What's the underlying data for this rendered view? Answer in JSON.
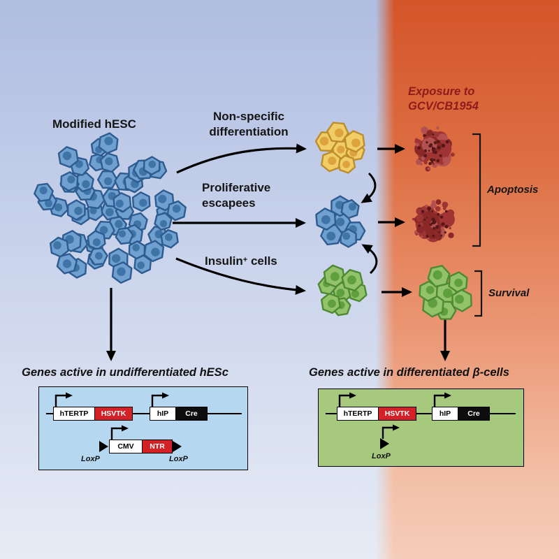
{
  "labels": {
    "modified_hesc": "Modified hESC",
    "nonspecific": {
      "line1": "Non-specific",
      "line2": "differentiation"
    },
    "proliferative": {
      "line1": "Proliferative",
      "line2": "escapees"
    },
    "insulin": {
      "pre": "Insulin",
      "sup": "+",
      "post": " cells"
    },
    "exposure": {
      "line1": "Exposure to",
      "line2": "GCV/CB1954"
    },
    "apoptosis": "Apoptosis",
    "survival": "Survival"
  },
  "gene_boxes": {
    "left_title": "Genes active in undifferentiated hESc",
    "right_title": "Genes active in differentiated β-cells",
    "htertp": "hTERTP",
    "hsvtk": "HSVTK",
    "hip": "hIP",
    "cre": "Cre",
    "cmv": "CMV",
    "ntr": "NTR",
    "loxp": "LoxP"
  },
  "colors": {
    "bg_blue_top": "#afbde1",
    "bg_blue_bottom": "#e6ebf5",
    "bg_orange_top": "#d4552a",
    "bg_orange_bottom": "#f5cdb9",
    "hesc_cell": "#6fa0cf",
    "hesc_outline": "#2e5c90",
    "hesc_nucleus": "#3f74a8",
    "yellow_cell": "#f1cd68",
    "yellow_outline": "#bd8c2b",
    "yellow_nucleus": "#dca33f",
    "green_cell": "#92c36a",
    "green_outline": "#4d8a33",
    "green_nucleus": "#5f9f3d",
    "apoptotic_base": "#9e3434",
    "apoptotic_mid": "#8a2828",
    "apoptotic_light": "#b35151",
    "apoptotic_dark": "#581717",
    "exposure_text": "#8e1b1b",
    "gene_red": "#d42027",
    "gene_black": "#0d0d0d",
    "left_box_bg": "#b5d8f0",
    "right_box_bg": "#a6c97d"
  }
}
